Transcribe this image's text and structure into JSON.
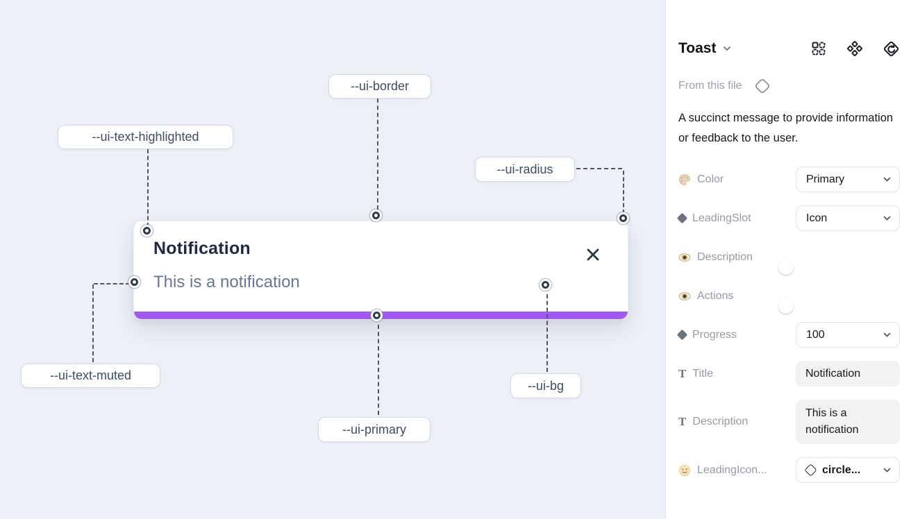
{
  "canvas": {
    "toast": {
      "title": "Notification",
      "description": "This is a notification",
      "close_icon": "x-close"
    },
    "variables": [
      {
        "name": "--ui-border"
      },
      {
        "name": "--ui-text-highlighted"
      },
      {
        "name": "--ui-radius"
      },
      {
        "name": "--ui-text-muted"
      },
      {
        "name": "--ui-primary"
      },
      {
        "name": "--ui-bg"
      }
    ],
    "colors": {
      "canvas_background": "#edf0f6",
      "toast_progress_bar": "#a259f3",
      "toast_title_text": "#1c2a47",
      "toast_muted_text": "#65779b",
      "connector_line": "#4a566e"
    }
  },
  "panel": {
    "title": "Toast",
    "title_chevron_icon": "chevron-down-icon",
    "header_icons": [
      "apply-variant-grid-icon",
      "component-icon",
      "instance-swap-icon"
    ],
    "source_label": "From this file",
    "source_icon": "diamond-outline-icon",
    "description": "A succinct message to provide information or feedback to the user.",
    "rows": [
      {
        "icon": "palette-icon",
        "label": "Color",
        "control": "dropdown",
        "value": "Primary"
      },
      {
        "icon": "diamond-filled-icon",
        "label": "LeadingSlot",
        "control": "dropdown",
        "value": "Icon"
      },
      {
        "icon": "eye-icon",
        "label": "Description",
        "control": "toggle",
        "value": "on"
      },
      {
        "icon": "eye-icon",
        "label": "Actions",
        "control": "toggle",
        "value": "on"
      },
      {
        "icon": "diamond-filled-icon",
        "label": "Progress",
        "control": "dropdown",
        "value": "100"
      },
      {
        "icon": "text-style-icon",
        "label": "Title",
        "control": "text-field",
        "value": "Notification"
      },
      {
        "icon": "text-style-icon",
        "label": "Description",
        "control": "text-area",
        "value": "This is a notification"
      },
      {
        "icon": "smiley-icon",
        "label": "LeadingIcon...",
        "control": "icon-dropdown",
        "value": "circle..."
      }
    ],
    "colors": {
      "toggle_on": "#29a5f2"
    }
  }
}
